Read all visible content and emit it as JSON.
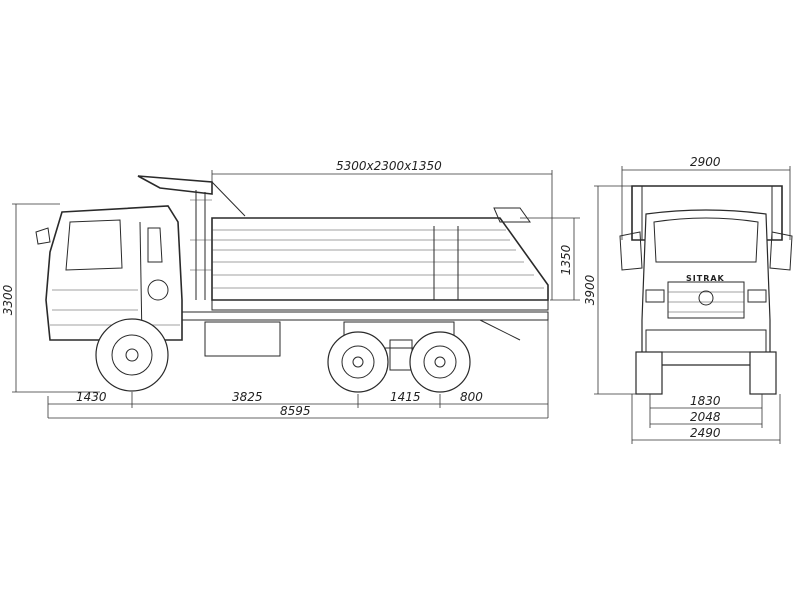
{
  "dimensions": {
    "body_size": "5300x2300x1350",
    "side_height": "3300",
    "body_height": "1350",
    "front_axle_overhang": "1430",
    "wheelbase_front": "3825",
    "wheelbase_rear": "1415",
    "rear_overhang": "800",
    "overall_length": "8595",
    "front_top_width": "2900",
    "front_height": "3900",
    "track_width": "1830",
    "wheel_span": "2048",
    "overall_width": "2490"
  },
  "branding": {
    "grille_text": "SITRAK"
  }
}
